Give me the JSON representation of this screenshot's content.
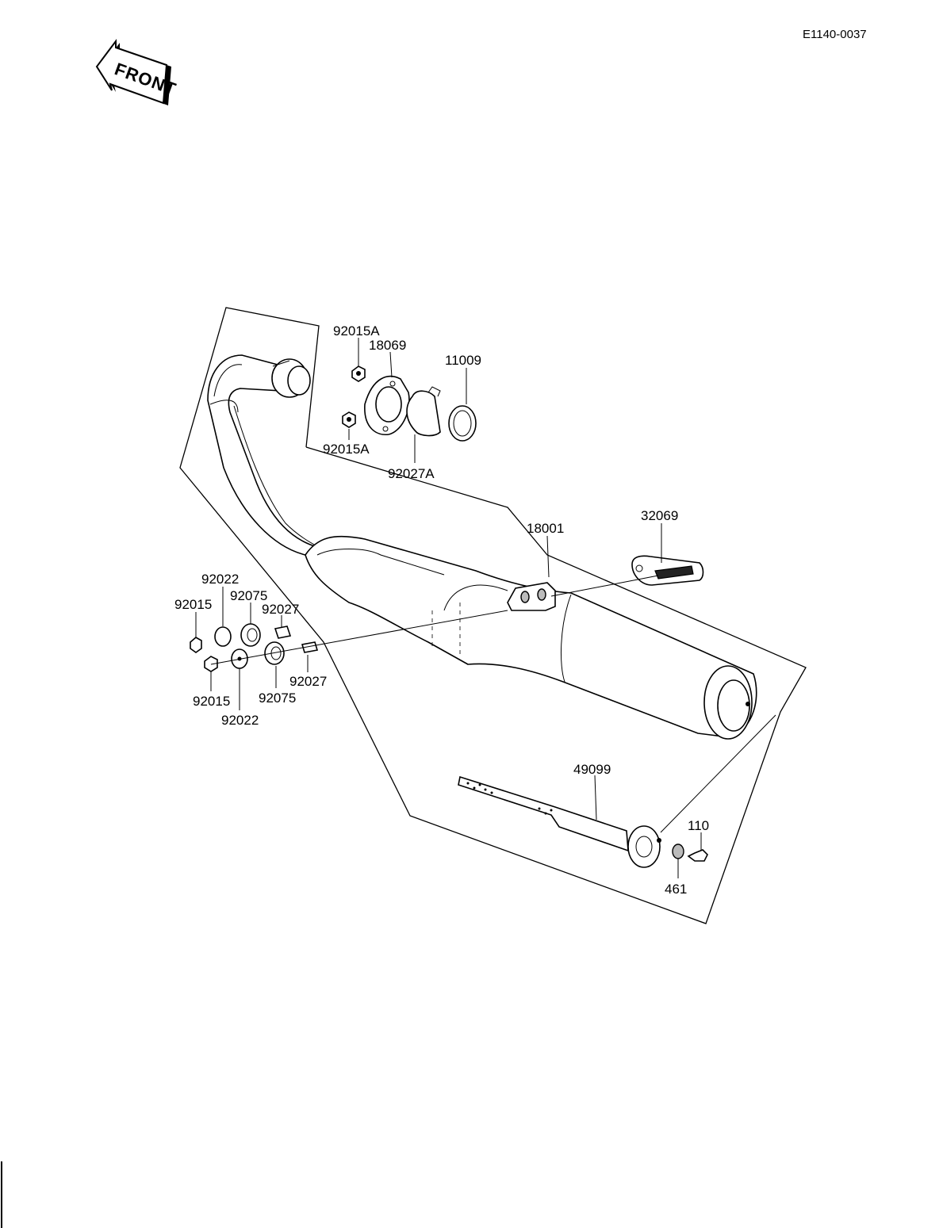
{
  "reference_code": "E1140-0037",
  "front_arrow": {
    "text": "FRONT",
    "icon": "front-direction-arrow-icon"
  },
  "callouts": {
    "p92015A_top": "92015A",
    "p18069": "18069",
    "p11009": "11009",
    "p92015A_bottom": "92015A",
    "p92027A": "92027A",
    "p18001": "18001",
    "p32069": "32069",
    "p92022_top": "92022",
    "p92075_top": "92075",
    "p92015_top": "92015",
    "p92027_top": "92027",
    "p92027_bottom": "92027",
    "p92075_bottom": "92075",
    "p92015_bottom": "92015",
    "p92022_bottom": "92022",
    "p49099": "49099",
    "p110": "110",
    "p461": "461"
  }
}
